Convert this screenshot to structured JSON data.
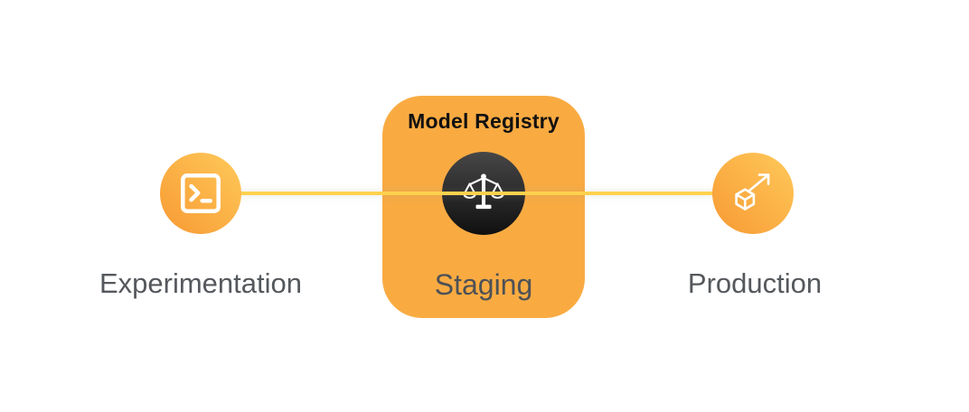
{
  "registry": {
    "title": "Model Registry"
  },
  "stages": [
    {
      "label": "Experimentation",
      "icon": "terminal-icon"
    },
    {
      "label": "Staging",
      "icon": "balance-scale-icon"
    },
    {
      "label": "Production",
      "icon": "deploy-cube-icon"
    }
  ],
  "colors": {
    "card_orange": "#F9AB42",
    "circle_gradient_start": "#FFC95A",
    "circle_gradient_end": "#F79A33",
    "connector_yellow": "#FFD14E",
    "dark_circle_start": "#474747",
    "dark_circle_end": "#101010",
    "label_gray": "#55585C",
    "staging_gray": "#4D5156",
    "title_black": "#111111"
  }
}
